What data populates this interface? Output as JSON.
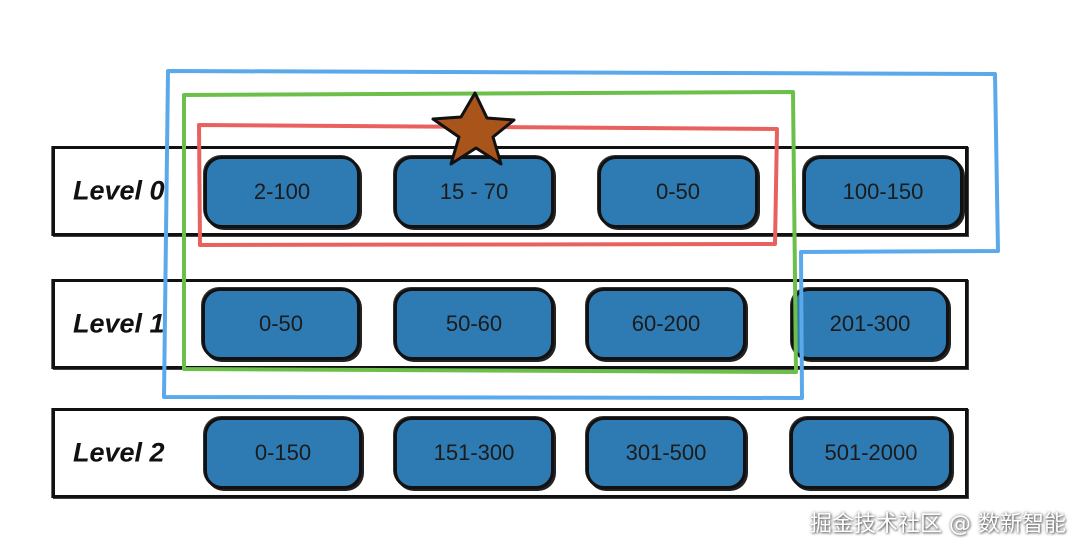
{
  "levels": [
    {
      "label": "Level 0",
      "ranges": [
        "2-100",
        "15 - 70",
        "0-50",
        "100-150"
      ]
    },
    {
      "label": "Level 1",
      "ranges": [
        "0-50",
        "50-60",
        "60-200",
        "201-300"
      ]
    },
    {
      "label": "Level 2",
      "ranges": [
        "0-150",
        "151-300",
        "301-500",
        "501-2000"
      ]
    }
  ],
  "highlights": [
    {
      "name": "red-outline",
      "color": "#e8615e"
    },
    {
      "name": "green-outline",
      "color": "#6cc04a"
    },
    {
      "name": "blue-outline",
      "color": "#5aa9ea"
    }
  ],
  "marker": {
    "icon": "star-icon",
    "color": "#a8541a"
  },
  "watermark": "掘金技术社区 @ 数新智能"
}
